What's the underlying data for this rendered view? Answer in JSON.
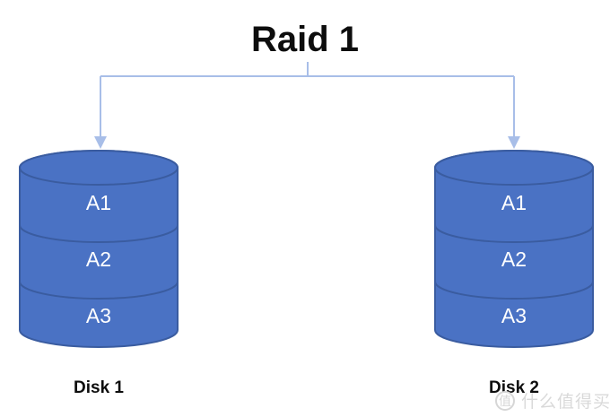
{
  "diagram": {
    "title": "Raid 1",
    "type": "raid-mirroring-diagram",
    "colors": {
      "background": "#ffffff",
      "disk_fill": "#4A72C4",
      "disk_stroke": "#3A5CA0",
      "connector": "#A8BEE8",
      "label_text": "#ffffff",
      "caption_text": "#0d0d0d",
      "watermark": "#d9d9d9"
    },
    "disks": [
      {
        "caption": "Disk 1",
        "segments": [
          {
            "label": "A1"
          },
          {
            "label": "A2"
          },
          {
            "label": "A3"
          }
        ]
      },
      {
        "caption": "Disk 2",
        "segments": [
          {
            "label": "A1"
          },
          {
            "label": "A2"
          },
          {
            "label": "A3"
          }
        ]
      }
    ]
  },
  "watermark": {
    "logo_glyph": "值",
    "text": "什么值得买"
  }
}
